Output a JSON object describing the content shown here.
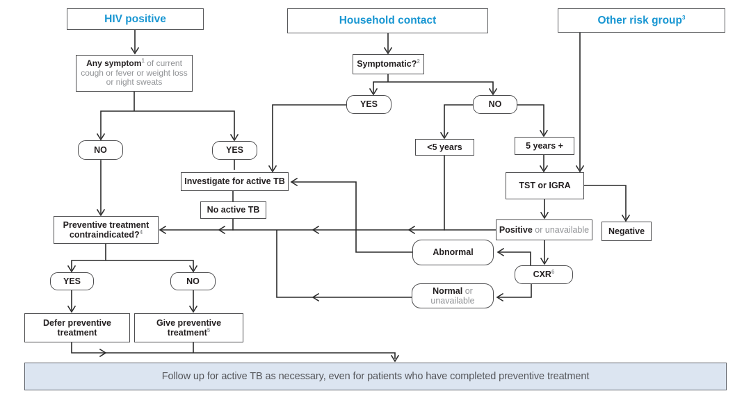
{
  "palette": {
    "header_blue": "#1896d2",
    "gray_text": "#919396",
    "dark_text": "#231f20",
    "line_color": "#2a2a2a",
    "bar_fill": "#dce5f1",
    "bar_border": "#5f636b"
  },
  "headers": {
    "hiv": "HIV positive",
    "household": "Household contact",
    "other": "Other risk group",
    "other_sup": "3"
  },
  "nodes": {
    "any_symptom": {
      "bold": "Any symptom",
      "sup": "1",
      "rest": " of current cough or fever or weight loss or night sweats"
    },
    "symptomatic": {
      "bold": "Symptomatic?",
      "sup": "2"
    },
    "yes_household": "YES",
    "no_household": "NO",
    "under5": "<5 years",
    "over5": "5 years +",
    "tst_igra": "TST or IGRA",
    "positive": {
      "bold": "Positive",
      "rest": " or unavailable"
    },
    "negative": "Negative",
    "cxr": {
      "bold": "CXR",
      "sup": "6"
    },
    "abnormal": "Abnormal",
    "normal": {
      "bold": "Normal",
      "rest": " or unavailable"
    },
    "investigate": "Investigate for active TB",
    "no_active_tb": "No active TB",
    "no_hiv": "NO",
    "yes_hiv": "YES",
    "contraindicated": {
      "line1": "Preventive treatment",
      "line2": "contraindicated?",
      "sup": "4"
    },
    "yes_contra": "YES",
    "no_contra": "NO",
    "defer": "Defer preventive treatment",
    "give": {
      "bold": "Give preventive treatment",
      "sup": "5"
    },
    "followup": "Follow up for active TB as necessary, even for patients who have completed preventive treatment"
  }
}
